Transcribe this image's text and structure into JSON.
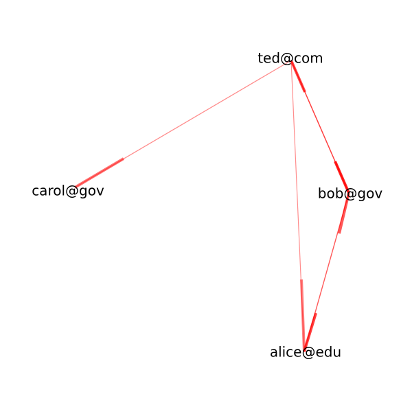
{
  "graph": {
    "edge_color": "#ff0000",
    "nodes": [
      {
        "id": "ted",
        "label": "ted@com"
      },
      {
        "id": "carol",
        "label": "carol@gov"
      },
      {
        "id": "bob",
        "label": "bob@gov"
      },
      {
        "id": "alice",
        "label": "alice@edu"
      }
    ],
    "edges": [
      {
        "source": "ted",
        "target": "carol"
      },
      {
        "source": "ted",
        "target": "bob"
      },
      {
        "source": "ted",
        "target": "alice"
      },
      {
        "source": "bob",
        "target": "alice"
      }
    ]
  }
}
